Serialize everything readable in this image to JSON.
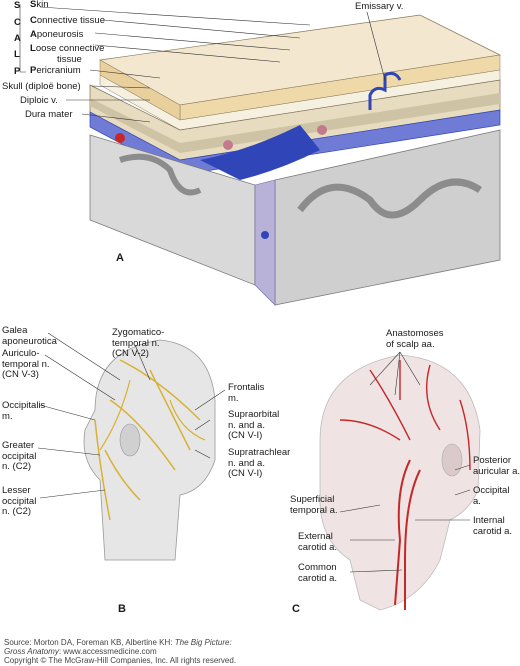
{
  "scalp_mnemonic": {
    "letters": [
      "S",
      "C",
      "A",
      "L",
      "P"
    ],
    "layers": [
      {
        "initial": "S",
        "rest": "kin"
      },
      {
        "initial": "C",
        "rest": "onnective tissue"
      },
      {
        "initial": "A",
        "rest": "poneurosis"
      },
      {
        "initial": "L",
        "rest": "oose connective"
      },
      {
        "initial": "",
        "rest": "tissue"
      },
      {
        "initial": "P",
        "rest": "ericranium"
      }
    ]
  },
  "panel_a": {
    "letter": "A",
    "left_labels": [
      "Skull (diploë bone)",
      "Diploic v.",
      "Dura mater"
    ],
    "emissary_label": "Emissary v."
  },
  "panel_b": {
    "letter": "B",
    "labels": {
      "galea": [
        "Galea",
        "aponeurotica"
      ],
      "zygomatico": [
        "Zygomatico-",
        "temporal n.",
        "(CN V-2)"
      ],
      "auriculo": [
        "Auriculo-",
        "temporal n.",
        "(CN V-3)"
      ],
      "occipitalis": [
        "Occipitalis",
        "m."
      ],
      "greater_occipital": [
        "Greater",
        "occipital",
        "n. (C2)"
      ],
      "lesser_occipital": [
        "Lesser",
        "occipital",
        "n. (C2)"
      ],
      "frontalis": [
        "Frontalis",
        "m."
      ],
      "supraorbital": [
        "Supraorbital",
        "n. and a.",
        "(CN V-I)"
      ],
      "supratrochlear": [
        "Supratrachlear",
        "n. and a.",
        "(CN V-I)"
      ]
    }
  },
  "panel_c": {
    "letter": "C",
    "labels": {
      "anastomoses": [
        "Anastomoses",
        "of scalp aa."
      ],
      "posterior_auricular": [
        "Posterior",
        "auricular a."
      ],
      "occipital": [
        "Occipital",
        "a."
      ],
      "internal_carotid": [
        "Internal",
        "carotid a."
      ],
      "superficial_temporal": [
        "Superficial",
        "temporal a."
      ],
      "external_carotid": [
        "External",
        "carotid a."
      ],
      "common_carotid": [
        "Common",
        "carotid a."
      ]
    }
  },
  "source": {
    "prefix": "Source: Morton DA, Foreman KB, Albertine KH: ",
    "book": "The Big Picture:",
    "book2": "Gross Anatomy",
    "site": ": www.accessmedicine.com",
    "copyright": "Copyright © The McGraw-Hill Companies, Inc. All rights reserved."
  },
  "colors": {
    "vein": "#2f45b8",
    "artery": "#c62828",
    "nerve": "#d8b234",
    "bone": "#e8dcc0",
    "brain": "#d9d9d9"
  }
}
